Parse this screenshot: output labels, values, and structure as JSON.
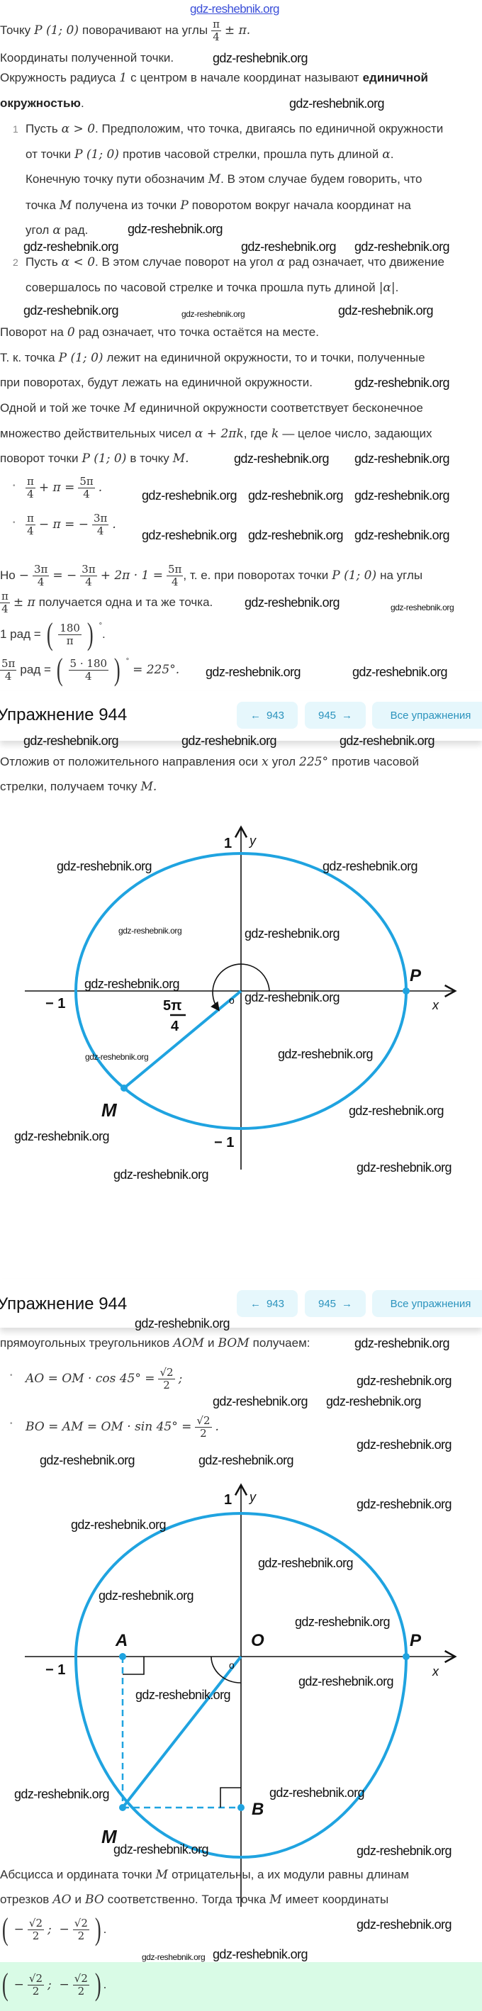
{
  "watermark": "gdz-reshebnik.org",
  "lines": {
    "intro": [
      {
        "t": "Точку"
      },
      {
        "m": "P (1; 0)"
      },
      {
        "t": "поворачивают на углы"
      },
      {
        "n": "π",
        "d": "4"
      },
      {
        "m": "± π."
      }
    ],
    "coords": [
      {
        "t": "Координаты полученной точки."
      }
    ],
    "def1": [
      {
        "t": "Окружность радиуса"
      },
      {
        "m": "1"
      },
      {
        "t": "с центром в начале координат называют"
      },
      {
        "b": "единичной"
      }
    ],
    "def2": [
      {
        "b": "окружностью"
      },
      {
        "t": "."
      }
    ],
    "i1a": [
      {
        "t": "Пусть"
      },
      {
        "m": "α > 0"
      },
      {
        "t": ". Предположим, что точка, двигаясь по единичной окружности"
      }
    ],
    "i1b": [
      {
        "t": "от точки"
      },
      {
        "m": "P (1; 0)"
      },
      {
        "t": "против часовой стрелки, прошла путь длиной"
      },
      {
        "m": "α"
      },
      {
        "t": "."
      }
    ],
    "i1c": [
      {
        "t": "Конечную точку пути обозначим"
      },
      {
        "m": "M"
      },
      {
        "t": ". В этом случае будем говорить, что"
      }
    ],
    "i1d": [
      {
        "t": "точка"
      },
      {
        "m": "M"
      },
      {
        "t": "получена из точки"
      },
      {
        "m": "P"
      },
      {
        "t": "поворотом вокруг начала координат на"
      }
    ],
    "i1e": [
      {
        "t": "угол"
      },
      {
        "m": "α"
      },
      {
        "t": "рад."
      }
    ],
    "i2a": [
      {
        "t": "Пусть"
      },
      {
        "m": "α < 0"
      },
      {
        "t": ". В этом случае поворот на угол"
      },
      {
        "m": "α"
      },
      {
        "t": "рад означает, что движение"
      }
    ],
    "i2b": [
      {
        "t": "совершалось по часовой стрелке и точка прошла путь длиной"
      },
      {
        "m": "|α|"
      },
      {
        "t": "."
      }
    ],
    "zero": [
      {
        "t": "Поворот на"
      },
      {
        "m": "0"
      },
      {
        "t": "рад означает, что точка остаётся на месте."
      }
    ],
    "tk1": [
      {
        "t": "Т. к. точка"
      },
      {
        "m": "P (1; 0)"
      },
      {
        "t": "лежит на единичной окружности, то и точки, полученные"
      }
    ],
    "tk2": [
      {
        "t": "при поворотах, будут лежать на единичной окружности."
      }
    ],
    "one1": [
      {
        "t": "Одной и той же точке"
      },
      {
        "m": "M"
      },
      {
        "t": "единичной окружности соответствует бесконечное"
      }
    ],
    "one2": [
      {
        "t": "множество действительных чисел"
      },
      {
        "m": "α + 2πk"
      },
      {
        "t": ", где"
      },
      {
        "m": "k"
      },
      {
        "t": "— целое число, задающих"
      }
    ],
    "one3": [
      {
        "t": "поворот точки"
      },
      {
        "m": "P (1; 0)"
      },
      {
        "t": "в точку"
      },
      {
        "m": "M."
      }
    ],
    "b1": [
      {
        "n": "π",
        "d": "4"
      },
      {
        "m": "+ π ="
      },
      {
        "n": "5π",
        "d": "4"
      },
      {
        "m": "."
      }
    ],
    "b2": [
      {
        "n": "π",
        "d": "4"
      },
      {
        "m": "− π = −"
      },
      {
        "n": "3π",
        "d": "4"
      },
      {
        "m": "."
      }
    ],
    "but1": [
      {
        "t": "Но"
      },
      {
        "m": "−"
      },
      {
        "n": "3π",
        "d": "4"
      },
      {
        "m": "= −"
      },
      {
        "n": "3π",
        "d": "4"
      },
      {
        "m": "+ 2π · 1 ="
      },
      {
        "n": "5π",
        "d": "4"
      },
      {
        "t": ", т. е. при поворотах точки"
      },
      {
        "m": "P (1; 0)"
      },
      {
        "t": "на углы"
      }
    ],
    "but2": [
      {
        "n": "π",
        "d": "4"
      },
      {
        "m": "± π"
      },
      {
        "t": "получается одна и та же точка."
      }
    ],
    "rad1": [
      {
        "t": "1 рад ="
      },
      {
        "lp": "("
      },
      {
        "n": "180",
        "d": "π"
      },
      {
        "rp": ")"
      },
      {
        "sup": "°"
      },
      {
        "t": "."
      }
    ],
    "rad2": [
      {
        "n": "5π",
        "d": "4"
      },
      {
        "t": "рад ="
      },
      {
        "lp": "("
      },
      {
        "n": "5 · 180",
        "d": "4"
      },
      {
        "rp": ")"
      },
      {
        "sup": "°"
      },
      {
        "m": "= 225°."
      }
    ],
    "ex1a": [
      {
        "t": "Отложив от положительного направления оси"
      },
      {
        "m": "x"
      },
      {
        "t": "угол"
      },
      {
        "m": "225°"
      },
      {
        "t": "против часовой"
      }
    ],
    "ex1b": [
      {
        "t": "стрелки, получаем точку"
      },
      {
        "m": "M."
      }
    ],
    "ex2a": [
      {
        "t": "прямоугольных треугольников"
      },
      {
        "m": "AOM"
      },
      {
        "t": "и"
      },
      {
        "m": "BOM"
      },
      {
        "t": "получаем:"
      }
    ],
    "ex2b": [
      {
        "m": "AO = OM · cos 45° ="
      },
      {
        "n": "√2",
        "d": "2"
      },
      {
        "m": ";"
      }
    ],
    "ex2c": [
      {
        "m": "BO = AM = OM · sin 45° ="
      },
      {
        "n": "√2",
        "d": "2"
      },
      {
        "m": "."
      }
    ],
    "abs1": [
      {
        "t": "Абсцисса и ордината точки"
      },
      {
        "m": "M"
      },
      {
        "t": "отрицательны, а их модули равны длинам"
      }
    ],
    "abs2": [
      {
        "t": "отрезков"
      },
      {
        "m": "AO"
      },
      {
        "t": "и"
      },
      {
        "m": "BO"
      },
      {
        "t": "соответственно. Тогда точка"
      },
      {
        "m": "M"
      },
      {
        "t": "имеет координаты"
      }
    ],
    "coord": [
      {
        "lp": "("
      },
      {
        "m": "−"
      },
      {
        "n": "√2",
        "d": "2"
      },
      {
        "m": ";  −"
      },
      {
        "n": "√2",
        "d": "2"
      },
      {
        "rp": ")"
      },
      {
        "t": "."
      }
    ],
    "answer": [
      {
        "lp": "("
      },
      {
        "m": "−"
      },
      {
        "n": "√2",
        "d": "2"
      },
      {
        "m": ";  −"
      },
      {
        "n": "√2",
        "d": "2"
      },
      {
        "rp": ")"
      },
      {
        "t": "."
      }
    ]
  },
  "markers": {
    "item1": "1",
    "item2": "2",
    "bullet": "•"
  },
  "header": {
    "title": "Упражнение 944",
    "prev_arrow": "←",
    "prev_label": "943",
    "next_label": "945",
    "next_arrow": "→",
    "all_label": "Все упражнения"
  },
  "diagram1": {
    "y_tick_top": "1",
    "y_label": "y",
    "x_tick_left": "− 1",
    "x_label": "x",
    "origin": "o",
    "point_p": "P",
    "point_m": "M",
    "y_tick_bottom": "− 1",
    "angle_num": "5π",
    "angle_den": "4"
  },
  "diagram2": {
    "y_tick_top": "1",
    "y_label": "y",
    "x_tick_left": "− 1",
    "x_label": "x",
    "origin": "o",
    "origin_label": "O",
    "point_p": "P",
    "point_m": "M",
    "point_a": "A",
    "point_b": "B"
  },
  "colors": {
    "accent": "#1fa3e0",
    "button_bg": "#e6f7fc",
    "button_text": "#2b93bd",
    "answer_bg": "#d9fbe6"
  }
}
